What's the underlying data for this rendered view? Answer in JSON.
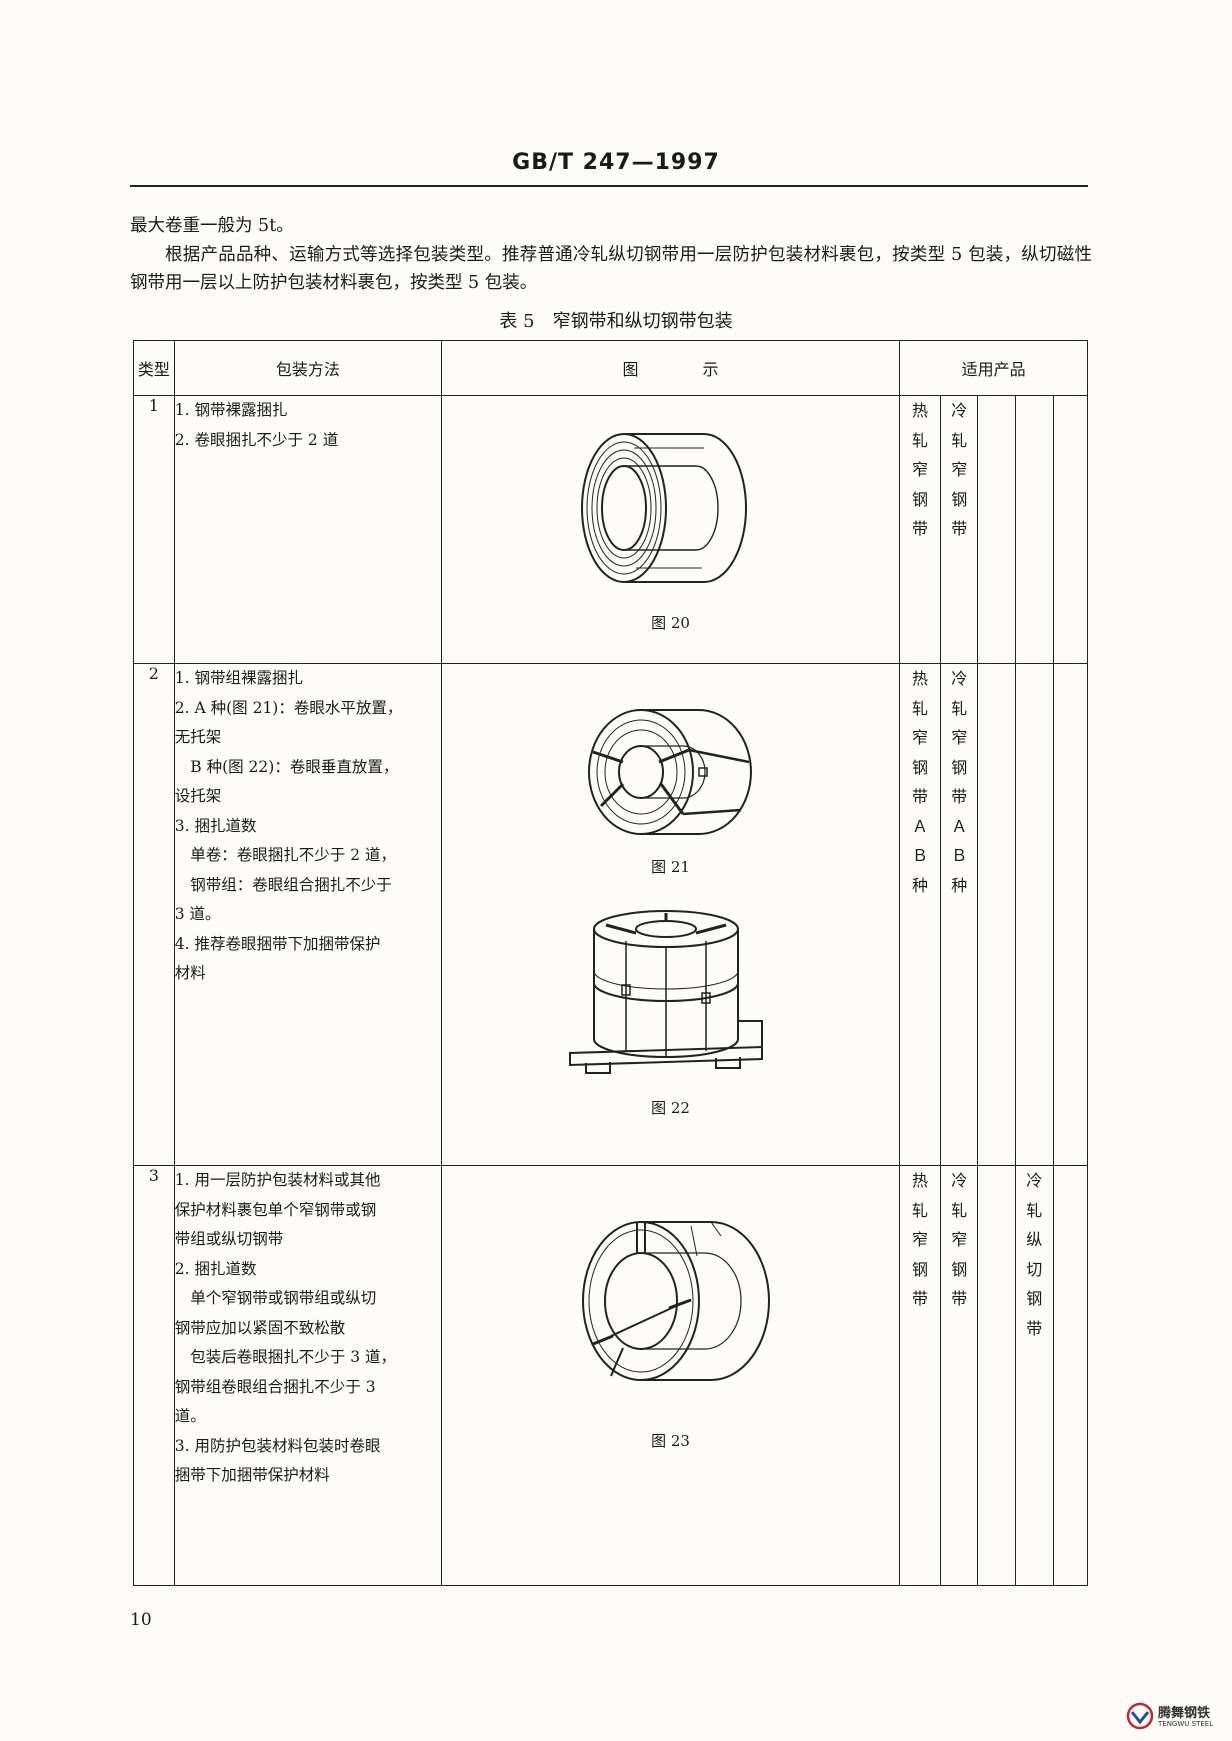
{
  "header": {
    "standard": "GB/T 247—1997"
  },
  "paragraphs": [
    "最大卷重一般为 5t。",
    "根据产品品种、运输方式等选择包装类型。推荐普通冷轧纵切钢带用一层防护包装材料裹包，按类型 5 包装，纵切磁性钢带用一层以上防护包装材料裹包，按类型 5 包装。"
  ],
  "table": {
    "caption": "表 5　窄钢带和纵切钢带包装",
    "columns": {
      "type": "类型",
      "method": "包装方法",
      "figure": "图　　　　示",
      "products": "适用产品"
    },
    "rows": [
      {
        "type": "1",
        "method": [
          "1. 钢带裸露捆扎",
          "2. 卷眼捆扎不少于 2 道"
        ],
        "figures": [
          "图 20"
        ],
        "products": [
          "热轧窄钢带",
          "冷轧窄钢带",
          "",
          ""
        ]
      },
      {
        "type": "2",
        "method": [
          "1. 钢带组裸露捆扎",
          "2. A 种(图 21)：卷眼水平放置，",
          "无托架",
          "B 种(图 22)：卷眼垂直放置，",
          "设托架",
          "3. 捆扎道数",
          "单卷：卷眼捆扎不少于 2 道，",
          "钢带组：卷眼组合捆扎不少于",
          "3 道。",
          "4. 推荐卷眼捆带下加捆带保护",
          "材料"
        ],
        "figures": [
          "图 21",
          "图 22"
        ],
        "products": [
          "热轧窄钢带ＡＢ种",
          "冷轧窄钢带ＡＢ种",
          "",
          ""
        ]
      },
      {
        "type": "3",
        "method": [
          "1. 用一层防护包装材料或其他",
          "保护材料裹包单个窄钢带或钢",
          "带组或纵切钢带",
          "2. 捆扎道数",
          "单个窄钢带或钢带组或纵切",
          "钢带应加以紧固不致松散",
          "包装后卷眼捆扎不少于 3 道，",
          "钢带组卷眼组合捆扎不少于 3",
          "道。",
          "3. 用防护包装材料包装时卷眼",
          "捆带下加捆带保护材料"
        ],
        "figures": [
          "图 23"
        ],
        "products": [
          "热轧窄钢带",
          "冷轧窄钢带",
          "",
          "冷轧纵切钢带"
        ]
      }
    ]
  },
  "page_number": "10",
  "watermark": {
    "name_cn": "腾舞钢铁",
    "name_en": "TENGWU STEEL"
  }
}
